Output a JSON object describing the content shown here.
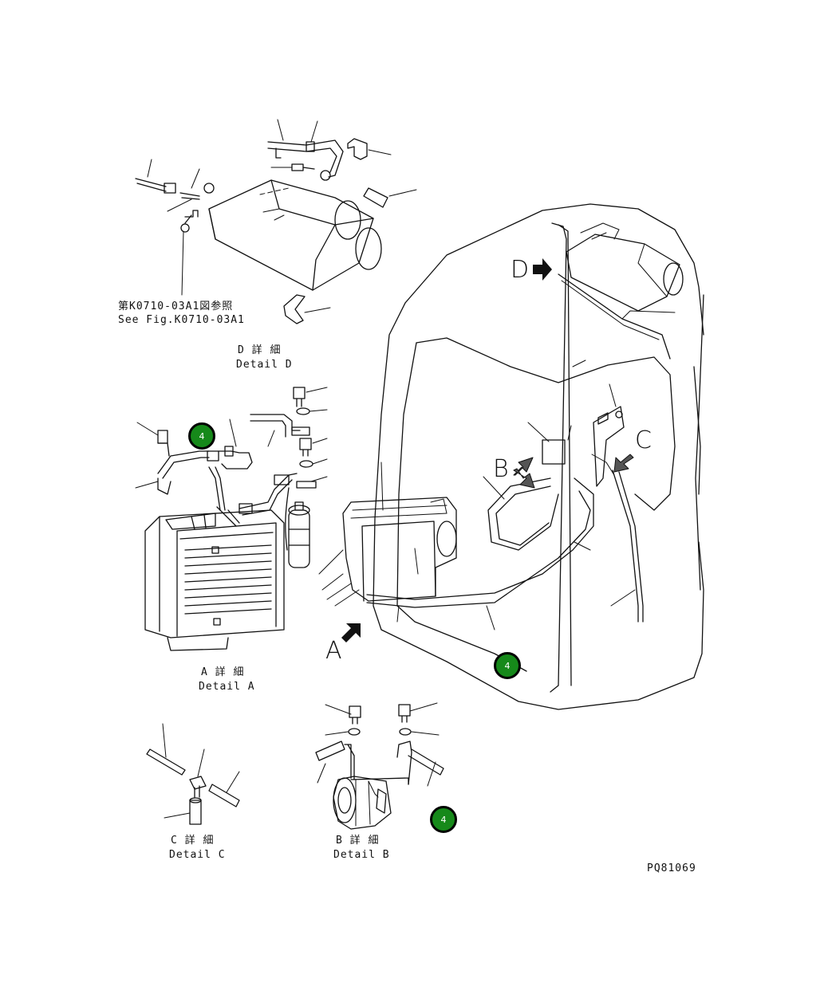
{
  "references": {
    "see_fig_jp": "第K0710-03A1図参照",
    "see_fig_en": "See Fig.K0710-03A1"
  },
  "details": {
    "d_jp": "D 詳 細",
    "d_en": "Detail D",
    "a_jp": "A 詳 細",
    "a_en": "Detail A",
    "c_jp": "C 詳 細",
    "c_en": "Detail C",
    "b_jp": "B 詳 細",
    "b_en": "Detail B"
  },
  "view_letters": {
    "a": "A",
    "b": "B",
    "c": "C",
    "d": "D"
  },
  "callouts": [
    "4",
    "4",
    "4"
  ],
  "drawing_number": "PQ81069",
  "colors": {
    "callout_fill": "#16891a",
    "line": "#111111"
  }
}
